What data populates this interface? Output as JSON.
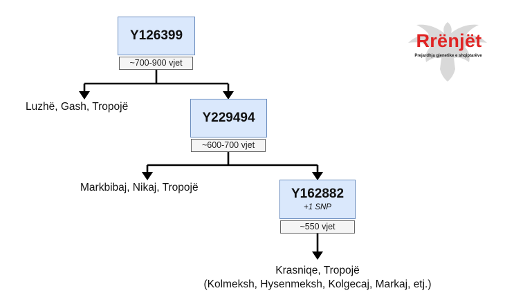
{
  "logo": {
    "wordmark": "Rrënjët",
    "tagline": "Prejardhja gjenetike e shqiptarëve",
    "wordmark_color": "#e02424"
  },
  "colors": {
    "node_fill": "#dae8fc",
    "node_border": "#6c8ebf",
    "age_fill": "#f5f5f5",
    "edge": "#000000"
  },
  "tree": {
    "root": {
      "label": "Y126399",
      "age": "~700-900 vjet"
    },
    "branch_1_leaf": "Luzhë, Gash, Tropojë",
    "node_2": {
      "label": "Y229494",
      "age": "~600-700 vjet"
    },
    "branch_2_leaf": "Markbibaj, Nikaj, Tropojë",
    "node_3": {
      "label": "Y162882",
      "note": "+1 SNP",
      "age": "~550 vjet"
    },
    "final_leaf": {
      "line1": "Krasniqe, Tropojë",
      "line2": "(Kolmeksh, Hysenmeksh, Kolgecaj, Markaj, etj.)"
    }
  }
}
